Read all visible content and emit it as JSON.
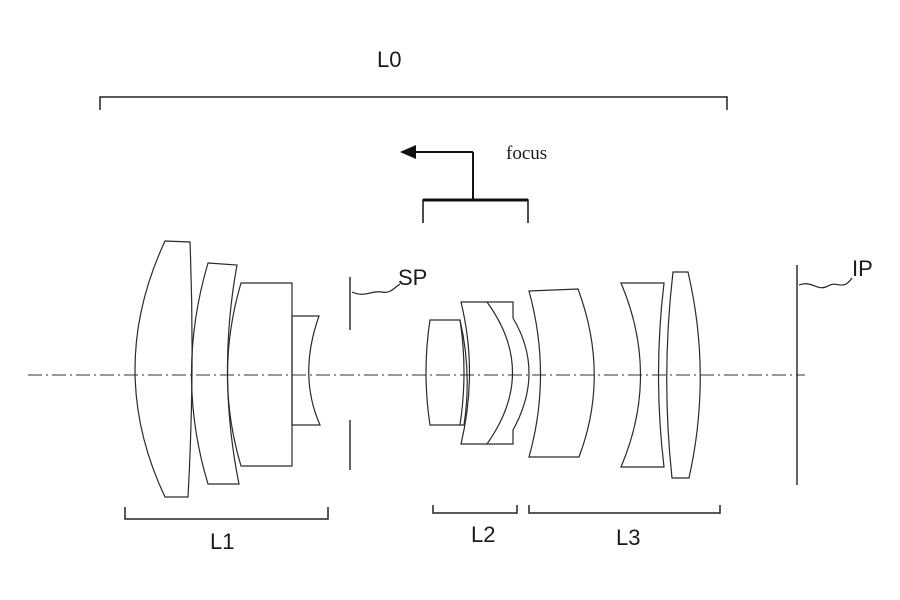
{
  "labels": {
    "overall": "L0",
    "focus": "focus",
    "stop": "SP",
    "image_plane": "IP",
    "group1": "L1",
    "group2": "L2",
    "group3": "L3"
  },
  "colors": {
    "line": "#2a2a2a",
    "background": "#ffffff"
  }
}
